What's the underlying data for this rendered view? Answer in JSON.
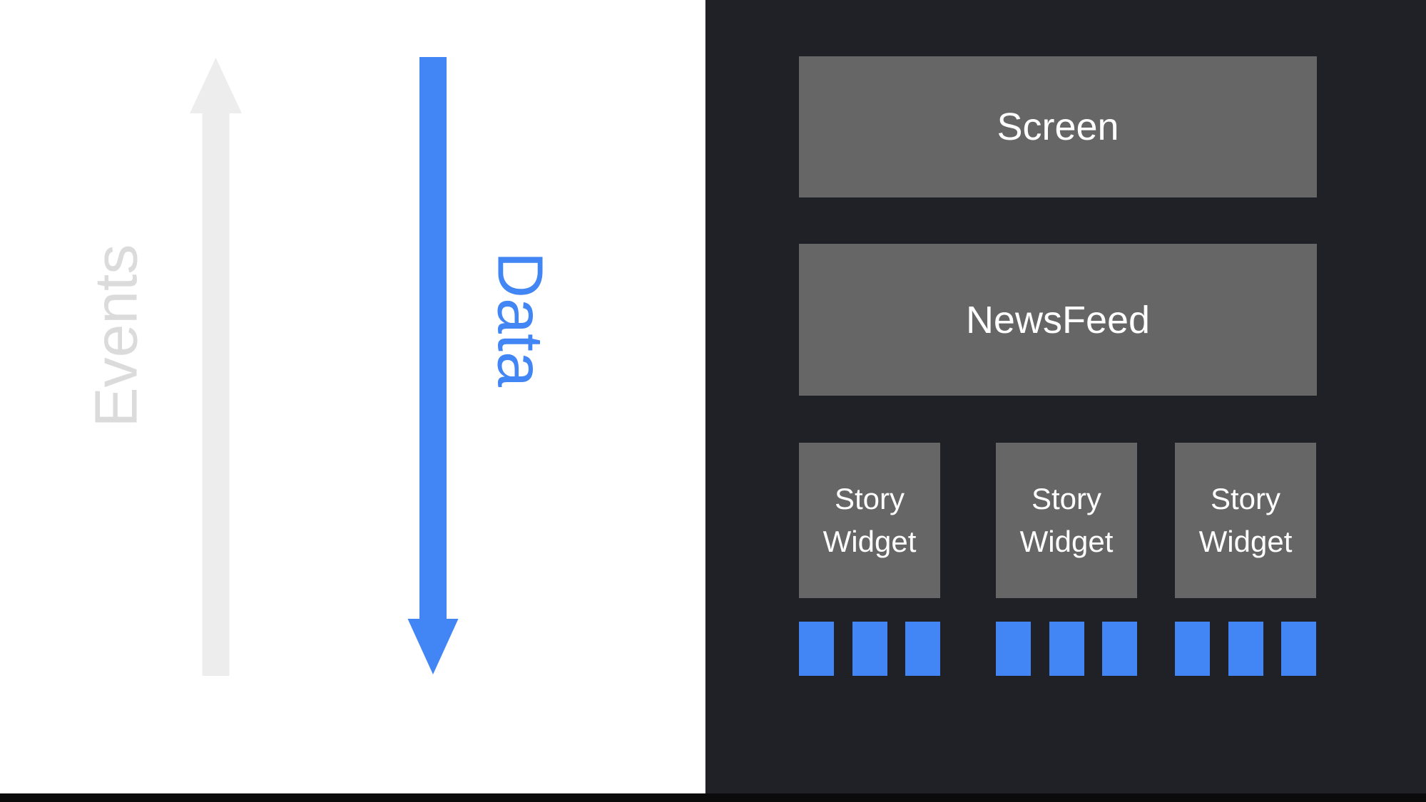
{
  "slide": {
    "left_panel": {
      "events_label": "Events",
      "data_label": "Data"
    },
    "right_panel": {
      "screen_box": {
        "label": "Screen"
      },
      "newsfeed_box": {
        "label": "NewsFeed"
      },
      "story_widgets": [
        {
          "label": "Story Widget",
          "squares_count": 3
        },
        {
          "label": "Story Widget",
          "squares_count": 3
        },
        {
          "label": "Story Widget",
          "squares_count": 3
        }
      ]
    }
  },
  "colors": {
    "background_left": "#ffffff",
    "background_right": "#1f2126",
    "widget_box_gray": "#666667",
    "accent_blue": "#4285f4",
    "events_arrow_gray": "#ededed",
    "events_text_gray": "#dbdbdb",
    "bottom_bar_black": "#0b0b0c"
  }
}
